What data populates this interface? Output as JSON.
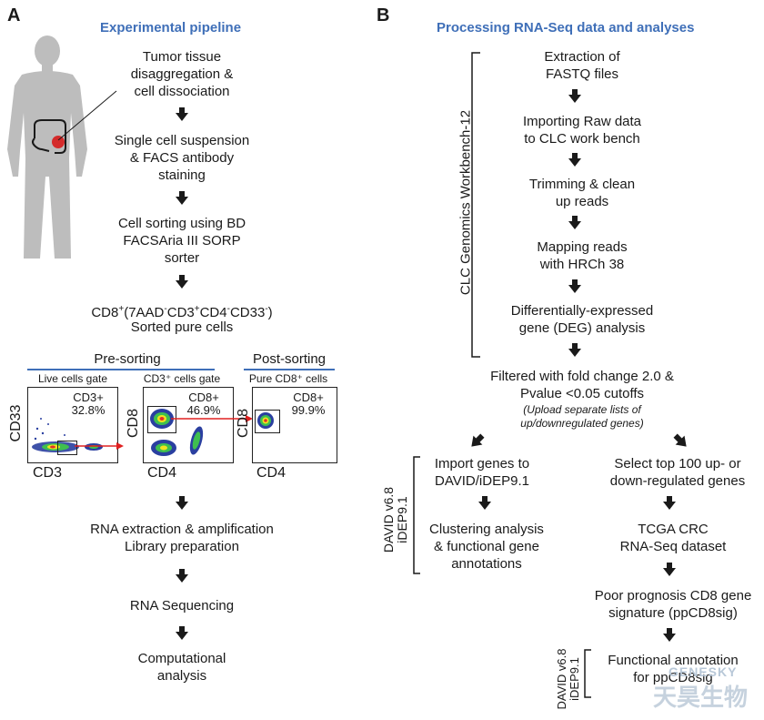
{
  "panelA": {
    "letter": "A",
    "heading": "Experimental pipeline",
    "steps": [
      "Tumor tissue\ndisaggregation &\ncell dissociation",
      "Single cell suspension\n& FACS antibody\nstaining",
      "Cell sorting using BD\nFACSAria III SORP\nsorter"
    ],
    "cd8_label_prefix": "CD8",
    "cd8_label_rest": "(7AAD",
    "sorted_label": "Sorted pure cells",
    "pre_sorting": "Pre-sorting",
    "post_sorting": "Post-sorting",
    "live_gate": "Live cells gate",
    "cd3_gate": "CD3⁺ cells gate",
    "pure_cd8": "Pure CD8⁺ cells",
    "plot1": {
      "y": "CD33",
      "x": "CD3",
      "gate_name": "CD3+",
      "gate_pct": "32.8%"
    },
    "plot2": {
      "y": "CD8",
      "x": "CD4",
      "gate_name": "CD8+",
      "gate_pct": "46.9%"
    },
    "plot3": {
      "y": "CD8",
      "x": "CD4",
      "gate_name": "CD8+",
      "gate_pct": "99.9%"
    },
    "post_steps": [
      "RNA extraction & amplification\nLibrary preparation",
      "RNA Sequencing",
      "Computational\nanalysis"
    ]
  },
  "panelB": {
    "letter": "B",
    "heading": "Processing RNA-Seq data and analyses",
    "clc_label": "CLC Genomics Workbench-12",
    "clc_steps": [
      "Extraction of\nFASTQ files",
      "Importing Raw data\nto CLC work bench",
      "Trimming & clean\nup reads",
      "Mapping reads\nwith HRCh 38",
      "Differentially-expressed\ngene (DEG) analysis"
    ],
    "filter": "Filtered with fold change 2.0 &\nPvalue <0.05 cutoffs",
    "filter_note": "(Upload separate lists of\nup/downregulated genes)",
    "left_branch": [
      "Import genes to\nDAVID/iDEP9.1",
      "Clustering analysis\n& functional gene\nannotations"
    ],
    "right_branch": [
      "Select top 100 up- or\ndown-regulated genes",
      "TCGA CRC\nRNA-Seq dataset",
      "Poor prognosis CD8 gene\nsignature (ppCD8sig)",
      "Functional annotation\nfor ppCD8sig"
    ],
    "david_label_1": "DAVID v6.8",
    "david_label_2": "iDEP9.1"
  },
  "watermark": {
    "latin": "GENESKY",
    "cjk": "天昊生物"
  }
}
